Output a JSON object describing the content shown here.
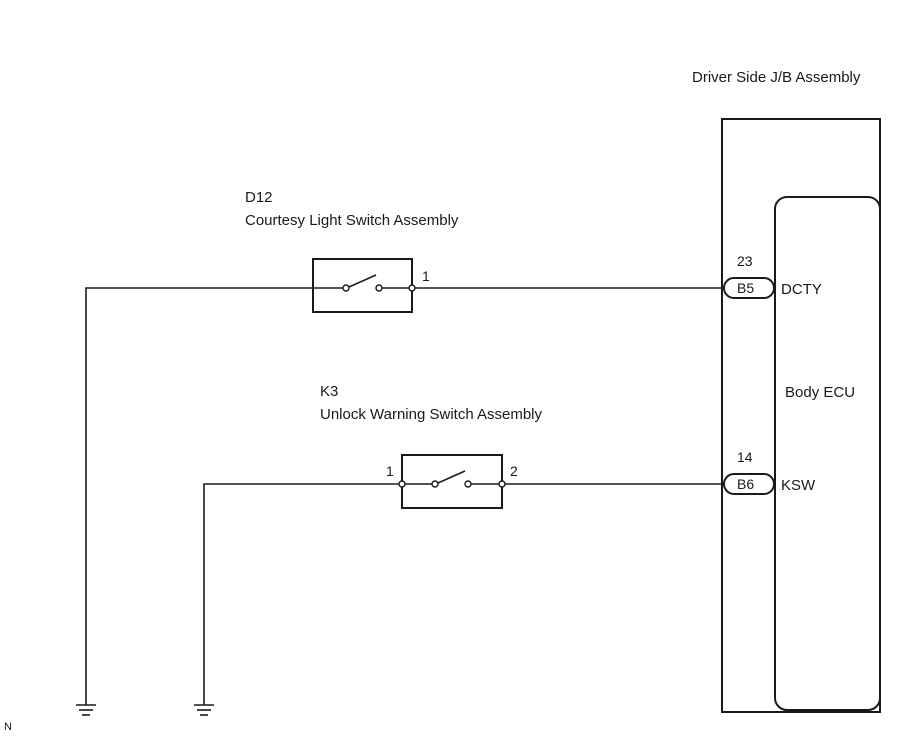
{
  "junction_block": {
    "title": "Driver Side J/B Assembly",
    "ecu_label": "Body ECU",
    "connectors": [
      {
        "pin": "23",
        "connector": "B5",
        "signal": "DCTY"
      },
      {
        "pin": "14",
        "connector": "B6",
        "signal": "KSW"
      }
    ]
  },
  "switches": [
    {
      "code": "D12",
      "name": "Courtesy Light Switch Assembly",
      "terminals": [
        "1"
      ]
    },
    {
      "code": "K3",
      "name": "Unlock Warning Switch Assembly",
      "terminals": [
        "1",
        "2"
      ]
    }
  ],
  "footer_marker": "N"
}
